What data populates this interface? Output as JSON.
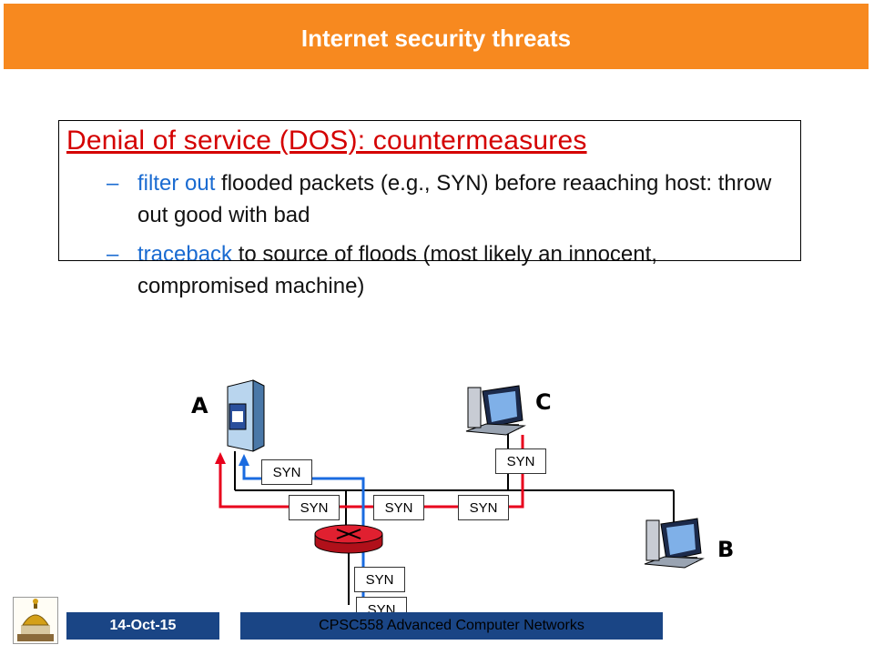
{
  "slide": {
    "title": "Internet security threats",
    "heading": "Denial of service (DOS): countermeasures",
    "bullets": [
      {
        "dash": "–",
        "highlight": "filter out",
        "rest": "flooded packets (e.g., SYN) before reaaching host: throw out good with bad"
      },
      {
        "dash": "–",
        "highlight": "traceback",
        "rest": "to source of floods (most likely an innocent, compromised machine)"
      }
    ]
  },
  "diagram": {
    "nodes": {
      "a": "A",
      "b": "B",
      "c": "C"
    },
    "syn_label": "SYN",
    "icons": [
      "server-icon",
      "computer-c-icon",
      "computer-b-icon",
      "router-icon"
    ],
    "colors": {
      "attack_red": "#e8001c",
      "traceback_blue": "#1a6be0",
      "link": "#000000"
    }
  },
  "footer": {
    "date": "14-Oct-15",
    "course": "CPSC558 Advanced Computer Networks"
  },
  "colors": {
    "title_bar": "#f7891f",
    "heading": "#d40000",
    "highlight": "#1a6bd1",
    "footer_bar": "#1a4585"
  }
}
